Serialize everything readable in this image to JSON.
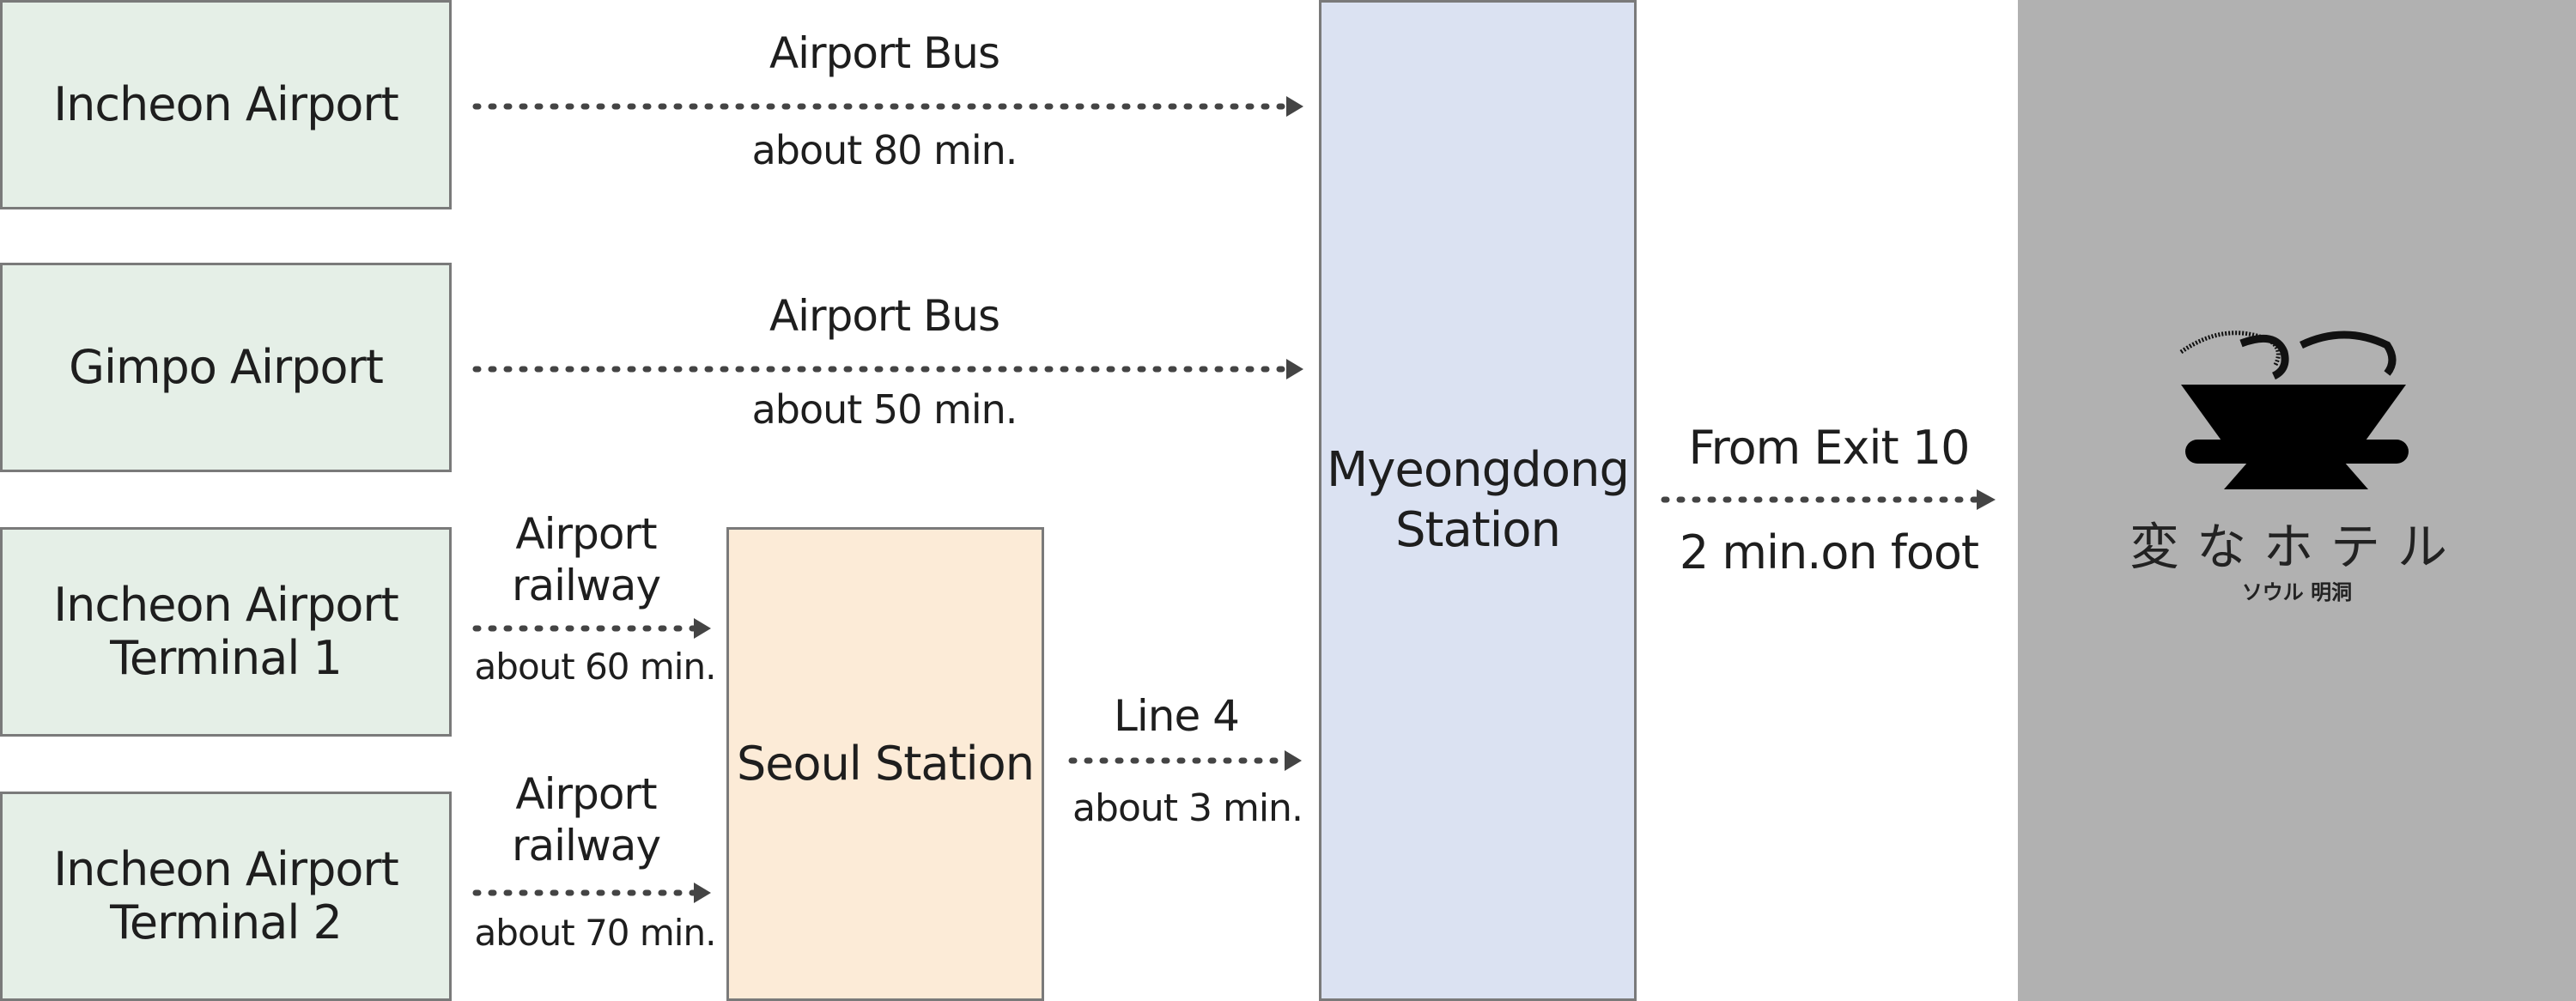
{
  "origins": [
    {
      "label": "Incheon Airport"
    },
    {
      "label": "Gimpo Airport"
    },
    {
      "label": "Incheon Airport\nTerminal 1"
    },
    {
      "label": "Incheon Airport\nTerminal 2"
    }
  ],
  "routes": [
    {
      "mode": "Airport Bus",
      "time": "about 80 min."
    },
    {
      "mode": "Airport Bus",
      "time": "about 50 min."
    },
    {
      "mode": "Airport\nrailway",
      "time": "about 60 min."
    },
    {
      "mode": "Airport\nrailway",
      "time": "about 70 min."
    },
    {
      "mode": "Line 4",
      "time": "about 3 min."
    },
    {
      "mode": "From Exit 10",
      "time": "2 min.on foot"
    }
  ],
  "stations": {
    "seoul": "Seoul Station",
    "myeongdong": "Myeongdong\nStation"
  },
  "hotel": {
    "name": "変なホテル",
    "subtitle": "ソウル 明洞"
  },
  "colors": {
    "origin_fill": "#e5efe7",
    "seoul_fill": "#fcebd7",
    "myeongdong_fill": "#dbe2f2",
    "hotel_panel": "#b1b1b1",
    "arrow": "#444444"
  }
}
